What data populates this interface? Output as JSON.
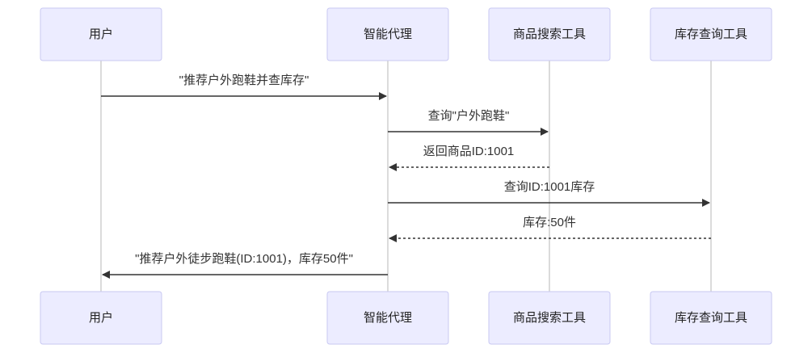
{
  "diagram": {
    "type": "sequence",
    "participants": [
      {
        "id": "user",
        "label": "用户"
      },
      {
        "id": "agent",
        "label": "智能代理"
      },
      {
        "id": "search_tool",
        "label": "商品搜索工具"
      },
      {
        "id": "inventory_tool",
        "label": "库存查询工具"
      }
    ],
    "messages": [
      {
        "from": "user",
        "to": "agent",
        "label": "\"推荐户外跑鞋并查库存\"",
        "style": "solid"
      },
      {
        "from": "agent",
        "to": "search_tool",
        "label": "查询\"户外跑鞋\"",
        "style": "solid"
      },
      {
        "from": "search_tool",
        "to": "agent",
        "label": "返回商品ID:1001",
        "style": "dotted"
      },
      {
        "from": "agent",
        "to": "inventory_tool",
        "label": "查询ID:1001库存",
        "style": "solid"
      },
      {
        "from": "inventory_tool",
        "to": "agent",
        "label": "库存:50件",
        "style": "dotted"
      },
      {
        "from": "agent",
        "to": "user",
        "label": "\"推荐户外徒步跑鞋(ID:1001)，库存50件\"",
        "style": "solid"
      }
    ]
  },
  "colors": {
    "actor_fill": "#ececff",
    "actor_stroke": "#c9c9f2",
    "lifeline": "#cfcfcf",
    "message": "#333333"
  }
}
